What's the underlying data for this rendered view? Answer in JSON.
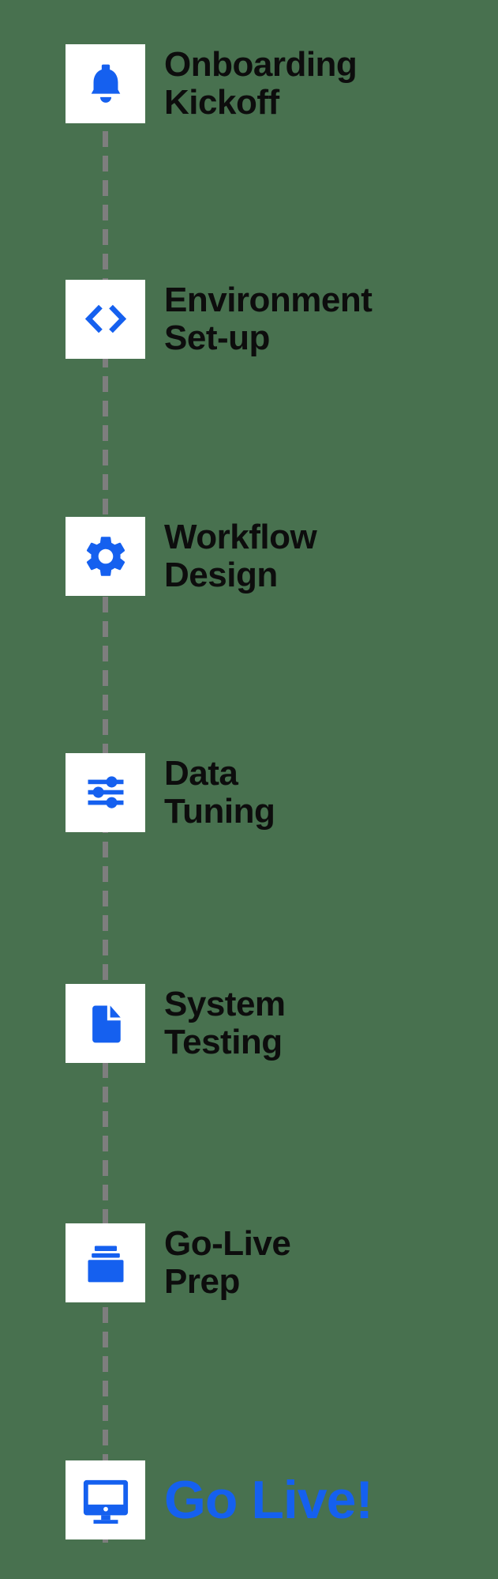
{
  "page": {
    "type": "vertical-onboarding-timeline"
  },
  "colors": {
    "accent_blue": "#1560EF",
    "text_black": "#0D0D0D",
    "card_white": "#FFFFFF",
    "connector_gray": "#7E7E7E",
    "background_green": "#48714F"
  },
  "timeline": {
    "items": [
      {
        "icon": "bell-icon",
        "line1": "Onboarding",
        "line2": "Kickoff"
      },
      {
        "icon": "code-icon",
        "line1": "Environment",
        "line2": "Set-up"
      },
      {
        "icon": "gear-icon",
        "line1": "Workflow",
        "line2": "Design"
      },
      {
        "icon": "sliders-icon",
        "line1": "Data",
        "line2": "Tuning"
      },
      {
        "icon": "document-icon",
        "line1": "System",
        "line2": "Testing"
      },
      {
        "icon": "layers-icon",
        "line1": "Go-Live",
        "line2": "Prep"
      },
      {
        "icon": "monitor-icon",
        "line1": "Go Live!",
        "line2": ""
      }
    ]
  }
}
